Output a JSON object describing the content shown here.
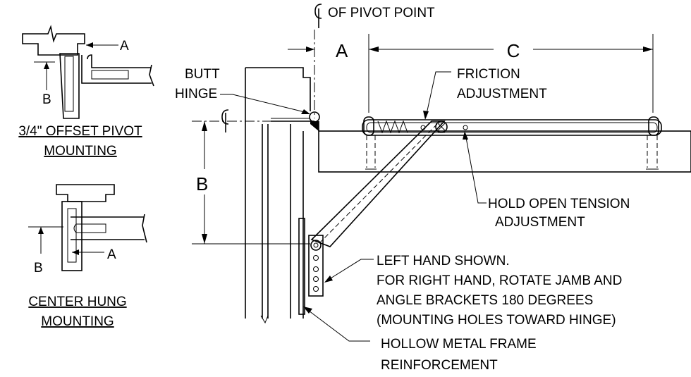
{
  "labels": {
    "pivot_centerline": "OF PIVOT POINT",
    "dim_a": "A",
    "dim_b": "B",
    "dim_c": "C",
    "butt_hinge": [
      "BUTT",
      "HINGE"
    ],
    "friction_adjustment": [
      "FRICTION",
      "ADJUSTMENT"
    ],
    "hold_open_tension": [
      "HOLD OPEN TENSION",
      "ADJUSTMENT"
    ],
    "left_hand_note": [
      "LEFT HAND SHOWN.",
      "FOR RIGHT HAND, ROTATE JAMB AND",
      "ANGLE BRACKETS 180 DEGREES",
      "(MOUNTING HOLES TOWARD HINGE)"
    ],
    "frame_reinforcement": [
      "HOLLOW METAL FRAME",
      "REINFORCEMENT"
    ]
  },
  "details": {
    "offset_pivot": {
      "caption": [
        "3/4\" OFFSET PIVOT",
        "MOUNTING"
      ],
      "dim_a": "A",
      "dim_b": "B"
    },
    "center_hung": {
      "caption": [
        "CENTER HUNG",
        "MOUNTING"
      ],
      "dim_a": "A",
      "dim_b": "B"
    }
  }
}
